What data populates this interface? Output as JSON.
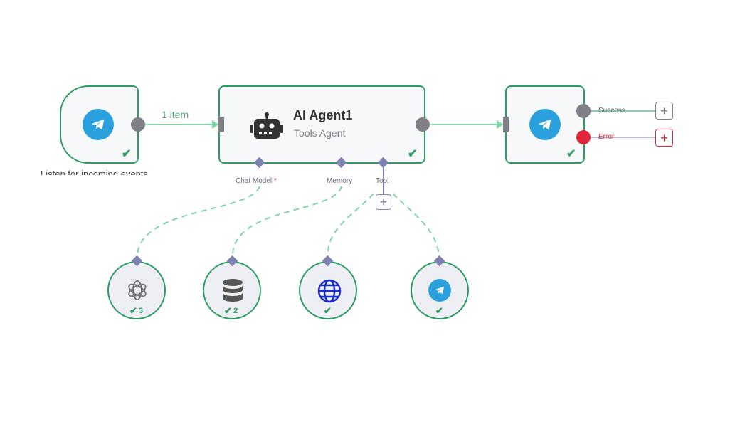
{
  "canvas": {
    "edge_label": "1 item",
    "trigger_caption": "Listen for incoming events"
  },
  "agent": {
    "title": "AI Agent1",
    "subtitle": "Tools Agent",
    "inputs": {
      "chat_model": "Chat Model",
      "chat_model_required": "*",
      "memory": "Memory",
      "tool": "Tool"
    }
  },
  "telegram_action": {
    "success_label": "Success",
    "error_label": "Error"
  },
  "subnodes": {
    "openai": {
      "count": "3"
    },
    "database": {
      "count": "2"
    },
    "http": {
      "count": ""
    },
    "telegram_tool": {
      "count": ""
    }
  },
  "colors": {
    "success": "#2e9d64",
    "error": "#e0263a",
    "connection": "#7fd6a9",
    "handle": "#7d82b3",
    "telegram": "#2aa1dc"
  },
  "icons": {
    "trigger": "telegram-icon",
    "agent": "robot-icon",
    "action": "telegram-icon",
    "openai": "openai-icon",
    "database": "database-icon",
    "http": "globe-icon",
    "telegram_tool": "telegram-icon"
  }
}
